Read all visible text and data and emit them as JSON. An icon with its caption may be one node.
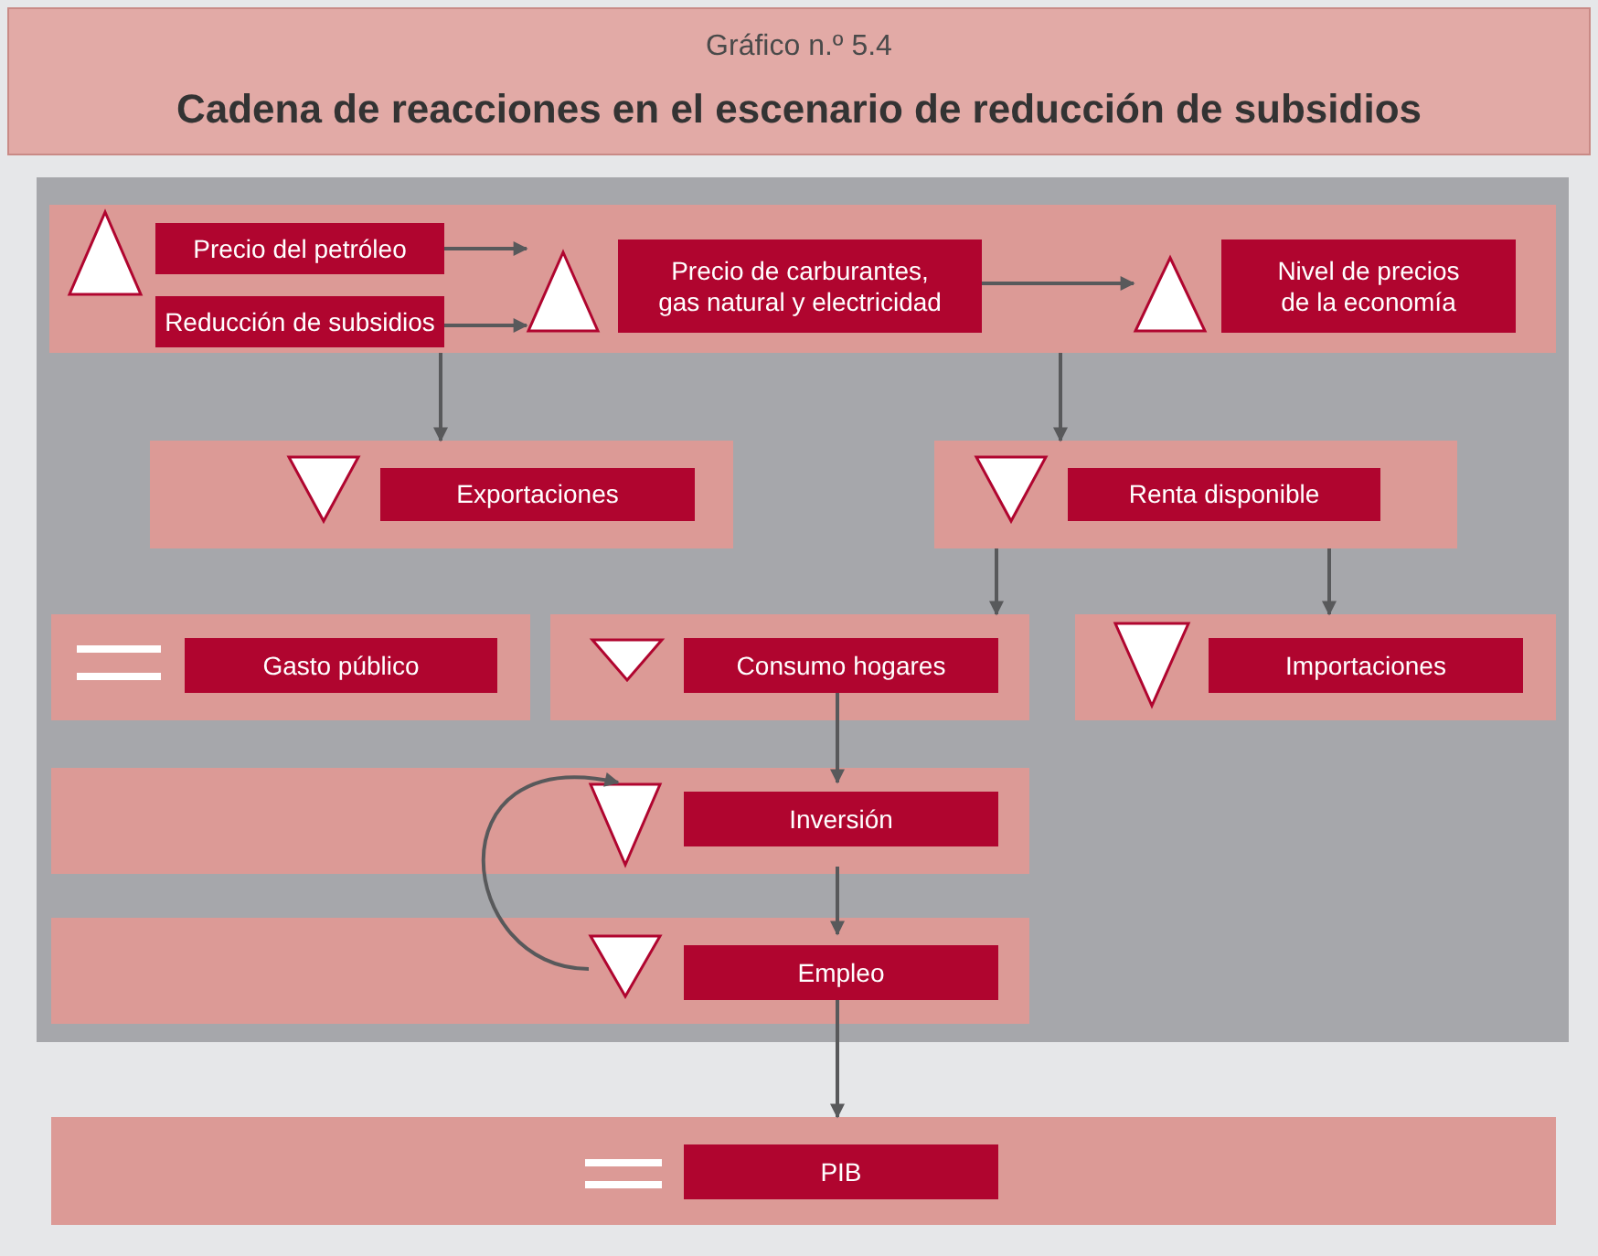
{
  "diagram": {
    "title": "Cadena de reacciones en el escenario de reducción de subsidios",
    "nodes": [
      {
        "text": [],
        "shape": "box"
      },
      {
        "text": [
          "Precio del petróleo"
        ],
        "in": 0
      },
      {
        "text": [
          "Reducción de subsidios"
        ],
        "in": 0
      },
      {
        "text": [
          "Precio de carburantes, gas natural y electricidad"
        ],
        "in": 0
      },
      {
        "text": [
          "Nivel de precios de la economía"
        ],
        "in": 0
      },
      {
        "text": [],
        "shape": "box"
      },
      {
        "text": [
          "Exportaciones"
        ],
        "in": 5
      },
      {
        "text": [],
        "shape": "box"
      },
      {
        "text": [
          "Renta disponible"
        ],
        "in": 7
      },
      {
        "text": [],
        "shape": "box"
      },
      {
        "text": [
          "Gasto público"
        ],
        "in": 9
      },
      {
        "text": [],
        "shape": "box"
      },
      {
        "text": [
          "Consumo hogares"
        ],
        "in": 11
      },
      {
        "text": [],
        "shape": "box"
      },
      {
        "text": [
          "Importaciones"
        ],
        "in": 13
      },
      {
        "text": [],
        "shape": "box"
      },
      {
        "text": [
          "Inversión"
        ],
        "in": 15
      },
      {
        "text": [],
        "shape": "box"
      },
      {
        "text": [
          "Empleo"
        ],
        "in": 17
      },
      {
        "text": [],
        "shape": "box"
      },
      {
        "text": [
          "PIB"
        ],
        "in": 19
      }
    ],
    "edges": [
      {
        "from": 1,
        "to": 3,
        "arrow": "to"
      },
      {
        "from": 2,
        "to": 3,
        "arrow": "to"
      },
      {
        "from": 3,
        "to": 4,
        "arrow": "to"
      },
      {
        "from": 0,
        "to": 5,
        "arrow": "to"
      },
      {
        "from": 0,
        "to": 7,
        "arrow": "to"
      },
      {
        "from": 7,
        "to": 11,
        "arrow": "to"
      },
      {
        "from": 7,
        "to": 13,
        "arrow": "to"
      },
      {
        "from": 12,
        "to": 16,
        "arrow": "to"
      },
      {
        "from": 16,
        "to": 18,
        "arrow": "to"
      },
      {
        "from": 18,
        "to": 19,
        "arrow": "to"
      },
      {
        "from": 18,
        "to": 16,
        "arrow": "to"
      }
    ],
    "labels": [
      "Gráfico n.º 5.4"
    ]
  }
}
